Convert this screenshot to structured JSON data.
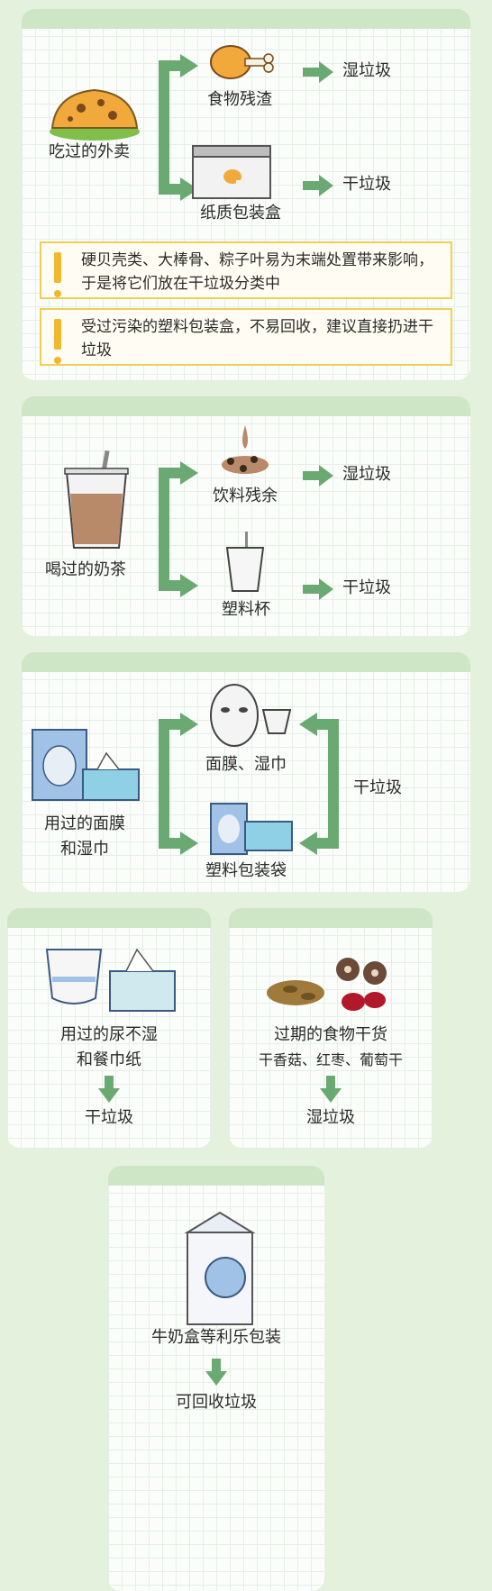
{
  "section1": {
    "source": "吃过的外卖",
    "item_a": "食物残渣",
    "item_a_result": "湿垃圾",
    "item_b": "纸质包装盒",
    "item_b_result": "干垃圾",
    "note1": "硬贝壳类、大棒骨、粽子叶易为末端处置带来影响，于是将它们放在干垃圾分类中",
    "note2": "受过污染的塑料包装盒，不易回收，建议直接扔进干垃圾"
  },
  "section2": {
    "source": "喝过的奶茶",
    "item_a": "饮料残余",
    "item_a_result": "湿垃圾",
    "item_b": "塑料杯",
    "item_b_result": "干垃圾"
  },
  "section3": {
    "source_line1": "用过的面膜",
    "source_line2": "和湿巾",
    "item_a": "面膜、湿巾",
    "item_b": "塑料包装袋",
    "result": "干垃圾"
  },
  "section4": {
    "line1": "用过的尿不湿",
    "line2": "和餐巾纸",
    "result": "干垃圾"
  },
  "section5": {
    "line1": "过期的食物干货",
    "line2": "干香菇、红枣、葡萄干",
    "result": "湿垃圾"
  },
  "section6": {
    "line1": "牛奶盒等利乐包装",
    "result": "可回收垃圾"
  },
  "colors": {
    "arrow_green": "#6aaa72",
    "card_header": "#cfe6c6",
    "note_border": "#f0cf55"
  }
}
